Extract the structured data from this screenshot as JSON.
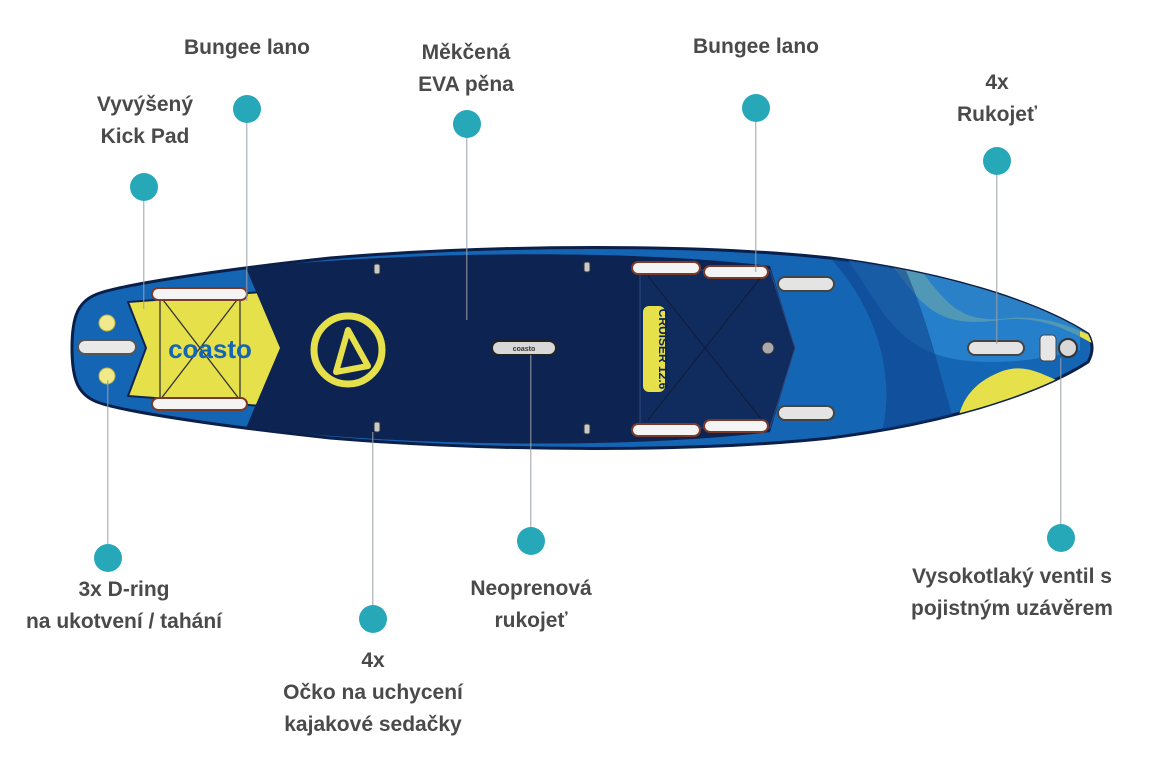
{
  "colors": {
    "dot": "#27a8b8",
    "label": "#4a4a4a",
    "board_dark": "#0d2452",
    "board_blue": "#1565b5",
    "accent_yellow": "#e6e04a"
  },
  "board": {
    "brand": "coasto",
    "model": "CRUISER 12.6",
    "handle_brand": "coasto"
  },
  "callouts": [
    {
      "id": "bungee-left",
      "lines": [
        "Bungee lano"
      ]
    },
    {
      "id": "kick-pad",
      "lines": [
        "Vyvýšený",
        "Kick Pad"
      ]
    },
    {
      "id": "eva-foam",
      "lines": [
        "Měkčená",
        "EVA pěna"
      ]
    },
    {
      "id": "bungee-right",
      "lines": [
        "Bungee lano"
      ]
    },
    {
      "id": "handles",
      "lines": [
        "4x",
        "Rukojeť"
      ]
    },
    {
      "id": "d-rings",
      "lines": [
        "3x D-ring",
        "na ukotvení / tahání"
      ]
    },
    {
      "id": "seat-rings",
      "lines": [
        "4x",
        "Očko na uchycení",
        "kajakové sedačky"
      ]
    },
    {
      "id": "neoprene-handle",
      "lines": [
        "Neoprenová",
        "rukojeť"
      ]
    },
    {
      "id": "valve",
      "lines": [
        "Vysokotlaký ventil s",
        "pojistným uzávěrem"
      ]
    }
  ]
}
